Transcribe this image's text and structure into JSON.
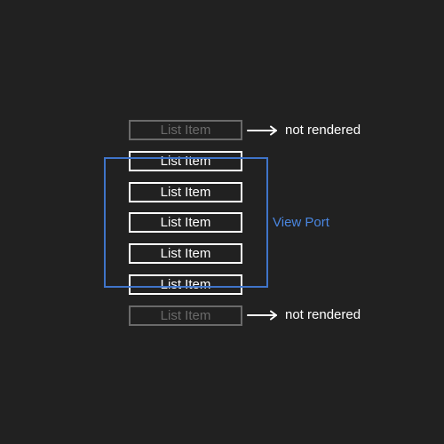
{
  "items": [
    {
      "label": "List Item",
      "state": "not-rendered"
    },
    {
      "label": "List Item",
      "state": "rendered"
    },
    {
      "label": "List Item",
      "state": "rendered"
    },
    {
      "label": "List Item",
      "state": "rendered"
    },
    {
      "label": "List Item",
      "state": "rendered"
    },
    {
      "label": "List Item",
      "state": "rendered"
    },
    {
      "label": "List Item",
      "state": "not-rendered"
    }
  ],
  "viewport": {
    "label": "View Port"
  },
  "annotations": {
    "top": "not rendered",
    "bottom": "not rendered"
  },
  "colors": {
    "background": "#212121",
    "rendered_item": "#ffffff",
    "not_rendered_item": "#6a6a6a",
    "viewport": "#3f74c9",
    "viewport_label": "#4a86e0"
  }
}
